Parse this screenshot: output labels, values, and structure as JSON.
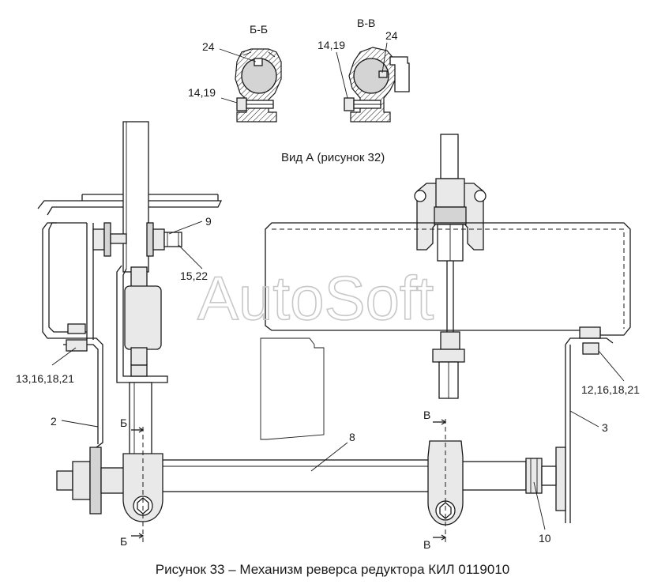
{
  "figure": {
    "caption": "Рисунок 33 – Механизм реверса редуктора КИЛ 0119010",
    "watermark": "AutoSoft",
    "view_a_label": "Вид А  (рисунок 32)"
  },
  "sections": {
    "bb": {
      "title": "Б-Б",
      "label_24": "24",
      "label_14_19": "14,19"
    },
    "vv": {
      "title": "В-В",
      "label_24": "24",
      "label_14_19": "14,19"
    }
  },
  "section_marks": {
    "b_top": "Б",
    "b_bottom": "Б",
    "v_top": "В",
    "v_bottom": "В"
  },
  "callouts": {
    "c9": "9",
    "c15_22": "15,22",
    "c13": "13,16,18,21",
    "c2": "2",
    "c8": "8",
    "c12": "12,16,18,21",
    "c3": "3",
    "c10": "10"
  }
}
